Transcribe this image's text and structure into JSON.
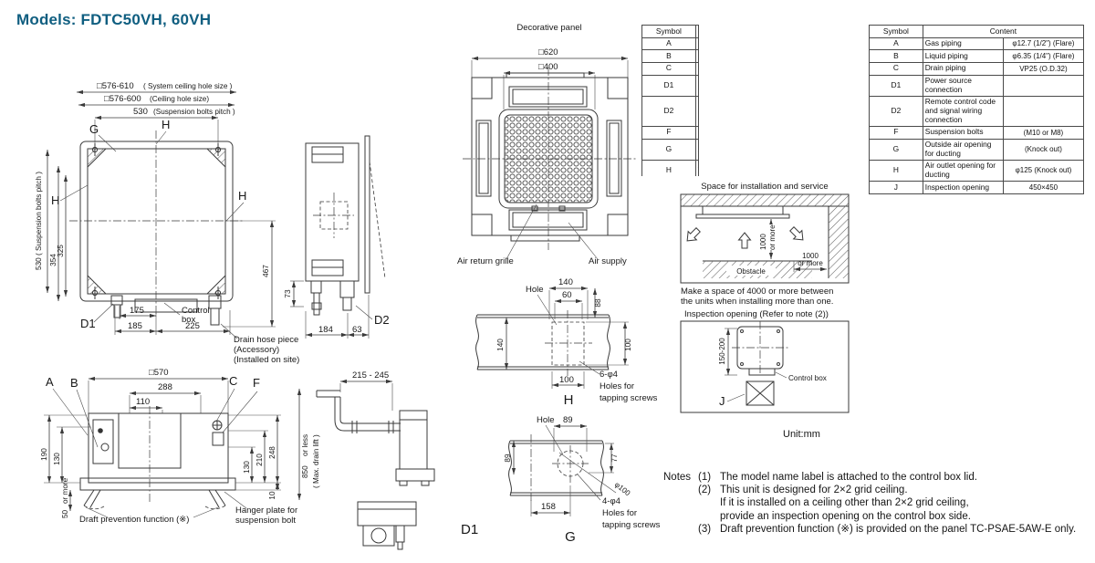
{
  "title": "Models: FDTC50VH, 60VH",
  "unit_note": "Unit:mm",
  "colors": {
    "accent": "#0f5e80",
    "line": "#3a3a3a"
  },
  "plan": {
    "dim1": "□576-610",
    "dim1_note": "( System ceiling hole size )",
    "dim2": "□576-600",
    "dim2_note": "(Ceiling hole size)",
    "dim3": "530",
    "dim3_note": "(Suspension bolts pitch )",
    "left_pitch": "530 ( Suspension bolts pitch )",
    "d354": "354",
    "d325": "325",
    "d467": "467",
    "G": "G",
    "H": "H",
    "D1": "D1",
    "D2": "D2",
    "d175": "175",
    "d185": "185",
    "d225": "225",
    "control1": "Control",
    "control2": "box",
    "drain1": "Drain hose piece",
    "drain2": "(Accessory)",
    "drain3": "(Installed on site)",
    "d73": "73",
    "d184": "184",
    "d63": "63"
  },
  "bottom": {
    "A": "A",
    "B": "B",
    "C": "C",
    "F": "F",
    "d570": "□570",
    "d288": "288",
    "d110": "110",
    "d190": "190",
    "d130": "130",
    "d210": "210",
    "d248": "248",
    "d10": "10",
    "d50": "50",
    "or_more": "or more",
    "draft": "Draft prevention function (※)",
    "hanger1": "Hanger plate for",
    "hanger2": "suspension bolt",
    "d215": "215 - 245",
    "d850": "850",
    "d850b": "or less",
    "d850n": "( Max. drain lift )"
  },
  "panel": {
    "title": "Decorative panel",
    "d620": "□620",
    "d400": "□400",
    "return": "Air return grille",
    "supply": "Air supply"
  },
  "hdet": {
    "hole": "Hole",
    "d140": "140",
    "d60": "60",
    "d88": "88",
    "d100": "100",
    "screws": "6-φ4",
    "holes1": "Holes for",
    "holes2": "tapping screws",
    "label": "H"
  },
  "gdet": {
    "hole": "Hole",
    "d89": "89",
    "d77": "77",
    "dphi": "φ100",
    "d158": "158",
    "screws": "4-φ4",
    "holes1": "Holes for",
    "holes2": "tapping screws",
    "label": "G",
    "d1": "D1"
  },
  "space": {
    "title": "Space for installation and service",
    "d1000": "1000",
    "or_more": "or more",
    "obstacle": "Obstacle",
    "note1": "Make a space of 4000 or more between",
    "note2": "the units when installing more than one."
  },
  "inspection": {
    "title": "Inspection opening (Refer to note (2))",
    "d150": "150-200",
    "control": "Control box",
    "J": "J"
  },
  "notes": {
    "heading": "Notes",
    "n1": "(1)",
    "t1": "The model name label is attached to the control box lid.",
    "n2": "(2)",
    "t2a": "This unit is designed for 2×2 grid ceiling.",
    "t2b": "If it is installed on a ceiling other than 2×2 grid ceiling,",
    "t2c": "provide an inspection opening on the control box side.",
    "n3": "(3)",
    "t3": "Draft prevention function (※) is provided on the panel TC-PSAE-5AW-E only."
  },
  "table": {
    "h_symbol": "Symbol",
    "h_content": "Content",
    "rows": [
      {
        "s": "A",
        "n": "Gas piping",
        "v": "φ12.7 (1/2\") (Flare)"
      },
      {
        "s": "B",
        "n": "Liquid piping",
        "v": "φ6.35 (1/4\") (Flare)"
      },
      {
        "s": "C",
        "n": "Drain piping",
        "v": "VP25 (O.D.32)"
      },
      {
        "s": "D1",
        "n": "Power source connection",
        "v": ""
      },
      {
        "s": "D2",
        "n": "Remote control code and signal wiring connection",
        "v": ""
      },
      {
        "s": "F",
        "n": "Suspension bolts",
        "v": "(M10 or M8)"
      },
      {
        "s": "G",
        "n": "Outside air opening for ducting",
        "v": "(Knock out)"
      },
      {
        "s": "H",
        "n": "Air outlet opening for ducting",
        "v": "φ125 (Knock out)"
      },
      {
        "s": "J",
        "n": "Inspection opening",
        "v": "450×450"
      }
    ]
  }
}
